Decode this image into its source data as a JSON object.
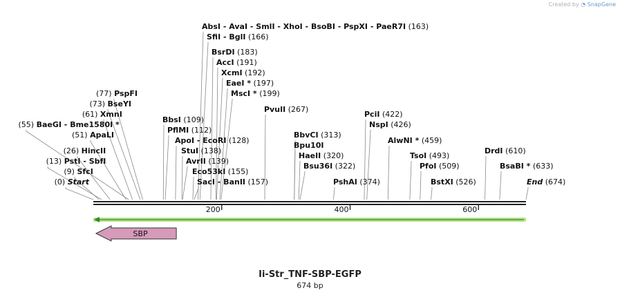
{
  "credit": {
    "prefix": "Created by",
    "brand": "SnapGene"
  },
  "map": {
    "title": "Ii-Str_TNF-SBP-EGFP",
    "length_label": "674 bp",
    "length": 674,
    "colors": {
      "backbone": "#222222",
      "orf_fill": "#b8e28a",
      "orf_arrow": "#2e8b2e",
      "feature_fill": "#d69aba",
      "feature_stroke": "#333333"
    },
    "ticks": [
      {
        "pos": 200,
        "label": "200"
      },
      {
        "pos": 400,
        "label": "400"
      },
      {
        "pos": 600,
        "label": "600"
      }
    ],
    "feature": {
      "name": "SBP",
      "start": 15,
      "end": 125,
      "direction": "reverse"
    },
    "orf": {
      "start": 0,
      "end": 674,
      "direction": "reverse"
    },
    "sites": [
      {
        "name": "AbsI",
        "text": "AbsI  - AvaI  - SmlI  - XhoI  - BsoBI  - PspXI  - PaeR7I",
        "pos": 163,
        "pos_label": "(163)",
        "side": "right"
      },
      {
        "name": "SfiI",
        "text": "SfiI  - BglI",
        "pos": 166,
        "pos_label": "(166)",
        "side": "right"
      },
      {
        "name": "BsrDI",
        "text": "BsrDI",
        "pos": 183,
        "pos_label": "(183)",
        "side": "right"
      },
      {
        "name": "AccI",
        "text": "AccI",
        "pos": 191,
        "pos_label": "(191)",
        "side": "right"
      },
      {
        "name": "XcmI",
        "text": "XcmI",
        "pos": 192,
        "pos_label": "(192)",
        "side": "right"
      },
      {
        "name": "EaeI",
        "text": "EaeI *",
        "pos": 197,
        "pos_label": "(197)",
        "side": "right"
      },
      {
        "name": "MscI",
        "text": "MscI *",
        "pos": 199,
        "pos_label": "(199)",
        "side": "right"
      },
      {
        "name": "PvuII",
        "text": "PvuII",
        "pos": 267,
        "pos_label": "(267)",
        "side": "right"
      },
      {
        "name": "PspFI",
        "text": "PspFI",
        "pos": 77,
        "pos_label": "(77)",
        "side": "left"
      },
      {
        "name": "BseYI",
        "text": "BseYI",
        "pos": 73,
        "pos_label": "(73)",
        "side": "left"
      },
      {
        "name": "XmnI",
        "text": "XmnI",
        "pos": 61,
        "pos_label": "(61)",
        "side": "left"
      },
      {
        "name": "BaeGI",
        "text": "BaeGI  - Bme1580I *",
        "pos": 55,
        "pos_label": "(55)",
        "side": "left"
      },
      {
        "name": "ApaLI",
        "text": "ApaLI",
        "pos": 51,
        "pos_label": "(51)",
        "side": "left"
      },
      {
        "name": "HincII",
        "text": "HincII",
        "pos": 26,
        "pos_label": "(26)",
        "side": "left"
      },
      {
        "name": "PstI",
        "text": "PstI  - SbfI",
        "pos": 13,
        "pos_label": "(13)",
        "side": "left"
      },
      {
        "name": "SfcI",
        "text": "SfcI",
        "pos": 9,
        "pos_label": "(9)",
        "side": "left"
      },
      {
        "name": "Start",
        "text": "Start",
        "pos": 0,
        "pos_label": "(0)",
        "side": "left",
        "italic": true
      },
      {
        "name": "BbsI",
        "text": "BbsI",
        "pos": 109,
        "pos_label": "(109)",
        "side": "right"
      },
      {
        "name": "PflMI",
        "text": "PflMI",
        "pos": 112,
        "pos_label": "(112)",
        "side": "right"
      },
      {
        "name": "ApoI",
        "text": "ApoI  - EcoRI",
        "pos": 128,
        "pos_label": "(128)",
        "side": "right"
      },
      {
        "name": "StuI",
        "text": "StuI",
        "pos": 138,
        "pos_label": "(138)",
        "side": "right"
      },
      {
        "name": "AvrII",
        "text": "AvrII",
        "pos": 139,
        "pos_label": "(139)",
        "side": "right"
      },
      {
        "name": "Eco53kI",
        "text": "Eco53kI",
        "pos": 155,
        "pos_label": "(155)",
        "side": "right"
      },
      {
        "name": "SacI",
        "text": "SacI  - BanII",
        "pos": 157,
        "pos_label": "(157)",
        "side": "right"
      },
      {
        "name": "BbvCI",
        "text": "BbvCI",
        "pos": 313,
        "pos_label": "(313)",
        "side": "right"
      },
      {
        "name": "Bpu10I",
        "text": "Bpu10I",
        "pos": 313,
        "pos_label": "",
        "side": "right"
      },
      {
        "name": "HaeII",
        "text": "HaeII",
        "pos": 320,
        "pos_label": "(320)",
        "side": "right"
      },
      {
        "name": "Bsu36I",
        "text": "Bsu36I",
        "pos": 322,
        "pos_label": "(322)",
        "side": "right"
      },
      {
        "name": "PciI",
        "text": "PciI",
        "pos": 422,
        "pos_label": "(422)",
        "side": "right"
      },
      {
        "name": "NspI",
        "text": "NspI",
        "pos": 426,
        "pos_label": "(426)",
        "side": "right"
      },
      {
        "name": "AlwNI",
        "text": "AlwNI *",
        "pos": 459,
        "pos_label": "(459)",
        "side": "right"
      },
      {
        "name": "PshAI",
        "text": "PshAI",
        "pos": 374,
        "pos_label": "(374)",
        "side": "right"
      },
      {
        "name": "TsoI",
        "text": "TsoI",
        "pos": 493,
        "pos_label": "(493)",
        "side": "right"
      },
      {
        "name": "PfoI",
        "text": "PfoI",
        "pos": 509,
        "pos_label": "(509)",
        "side": "right"
      },
      {
        "name": "BstXI",
        "text": "BstXI",
        "pos": 526,
        "pos_label": "(526)",
        "side": "right"
      },
      {
        "name": "DrdI",
        "text": "DrdI",
        "pos": 610,
        "pos_label": "(610)",
        "side": "right"
      },
      {
        "name": "BsaBI",
        "text": "BsaBI *",
        "pos": 633,
        "pos_label": "(633)",
        "side": "right"
      },
      {
        "name": "End",
        "text": "End",
        "pos": 674,
        "pos_label": "(674)",
        "side": "right",
        "italic": true
      }
    ]
  }
}
